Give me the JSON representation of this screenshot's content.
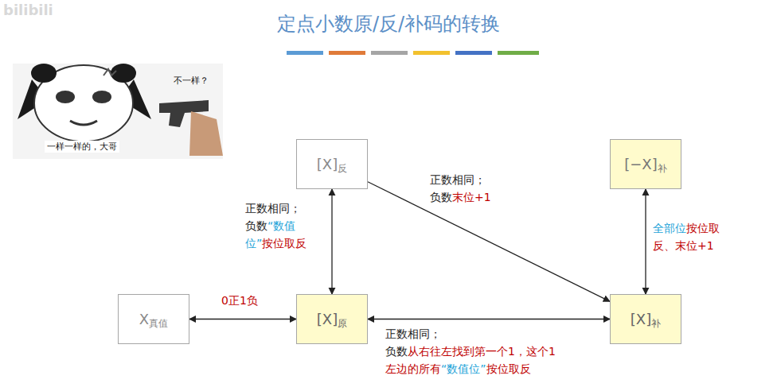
{
  "diagram": {
    "title": "定点小数原/反/补码的转换",
    "nodes": [
      {
        "text": [
          "[X]",
          "反"
        ]
      },
      {
        "text": [
          "[−X]",
          "补"
        ]
      },
      {
        "text": [
          "X",
          "真值"
        ]
      },
      {
        "text": [
          "[X]",
          "原"
        ]
      },
      {
        "text": [
          "[X]",
          "补"
        ]
      }
    ],
    "edges": [
      {
        "from": 0,
        "to": 3,
        "arrow": "both",
        "label": "正数相同； 负数“数值 位”按位取反"
      },
      {
        "from": 0,
        "to": 4,
        "arrow": "to",
        "label": "正数相同； 负数末位+1"
      },
      {
        "from": 4,
        "to": 1,
        "arrow": "both",
        "label": "全部位按位取 反、末位+1"
      },
      {
        "from": 2,
        "to": 3,
        "arrow": "both",
        "label": "0正1负"
      },
      {
        "from": 3,
        "to": 4,
        "arrow": "both",
        "label": "正数相同； 负数从右往左找到第一个1，这个1 左边的所有“数值位”按位取反"
      }
    ],
    "labels": [
      "bilibili",
      "不一样？",
      "一样一样的，大哥"
    ]
  }
}
